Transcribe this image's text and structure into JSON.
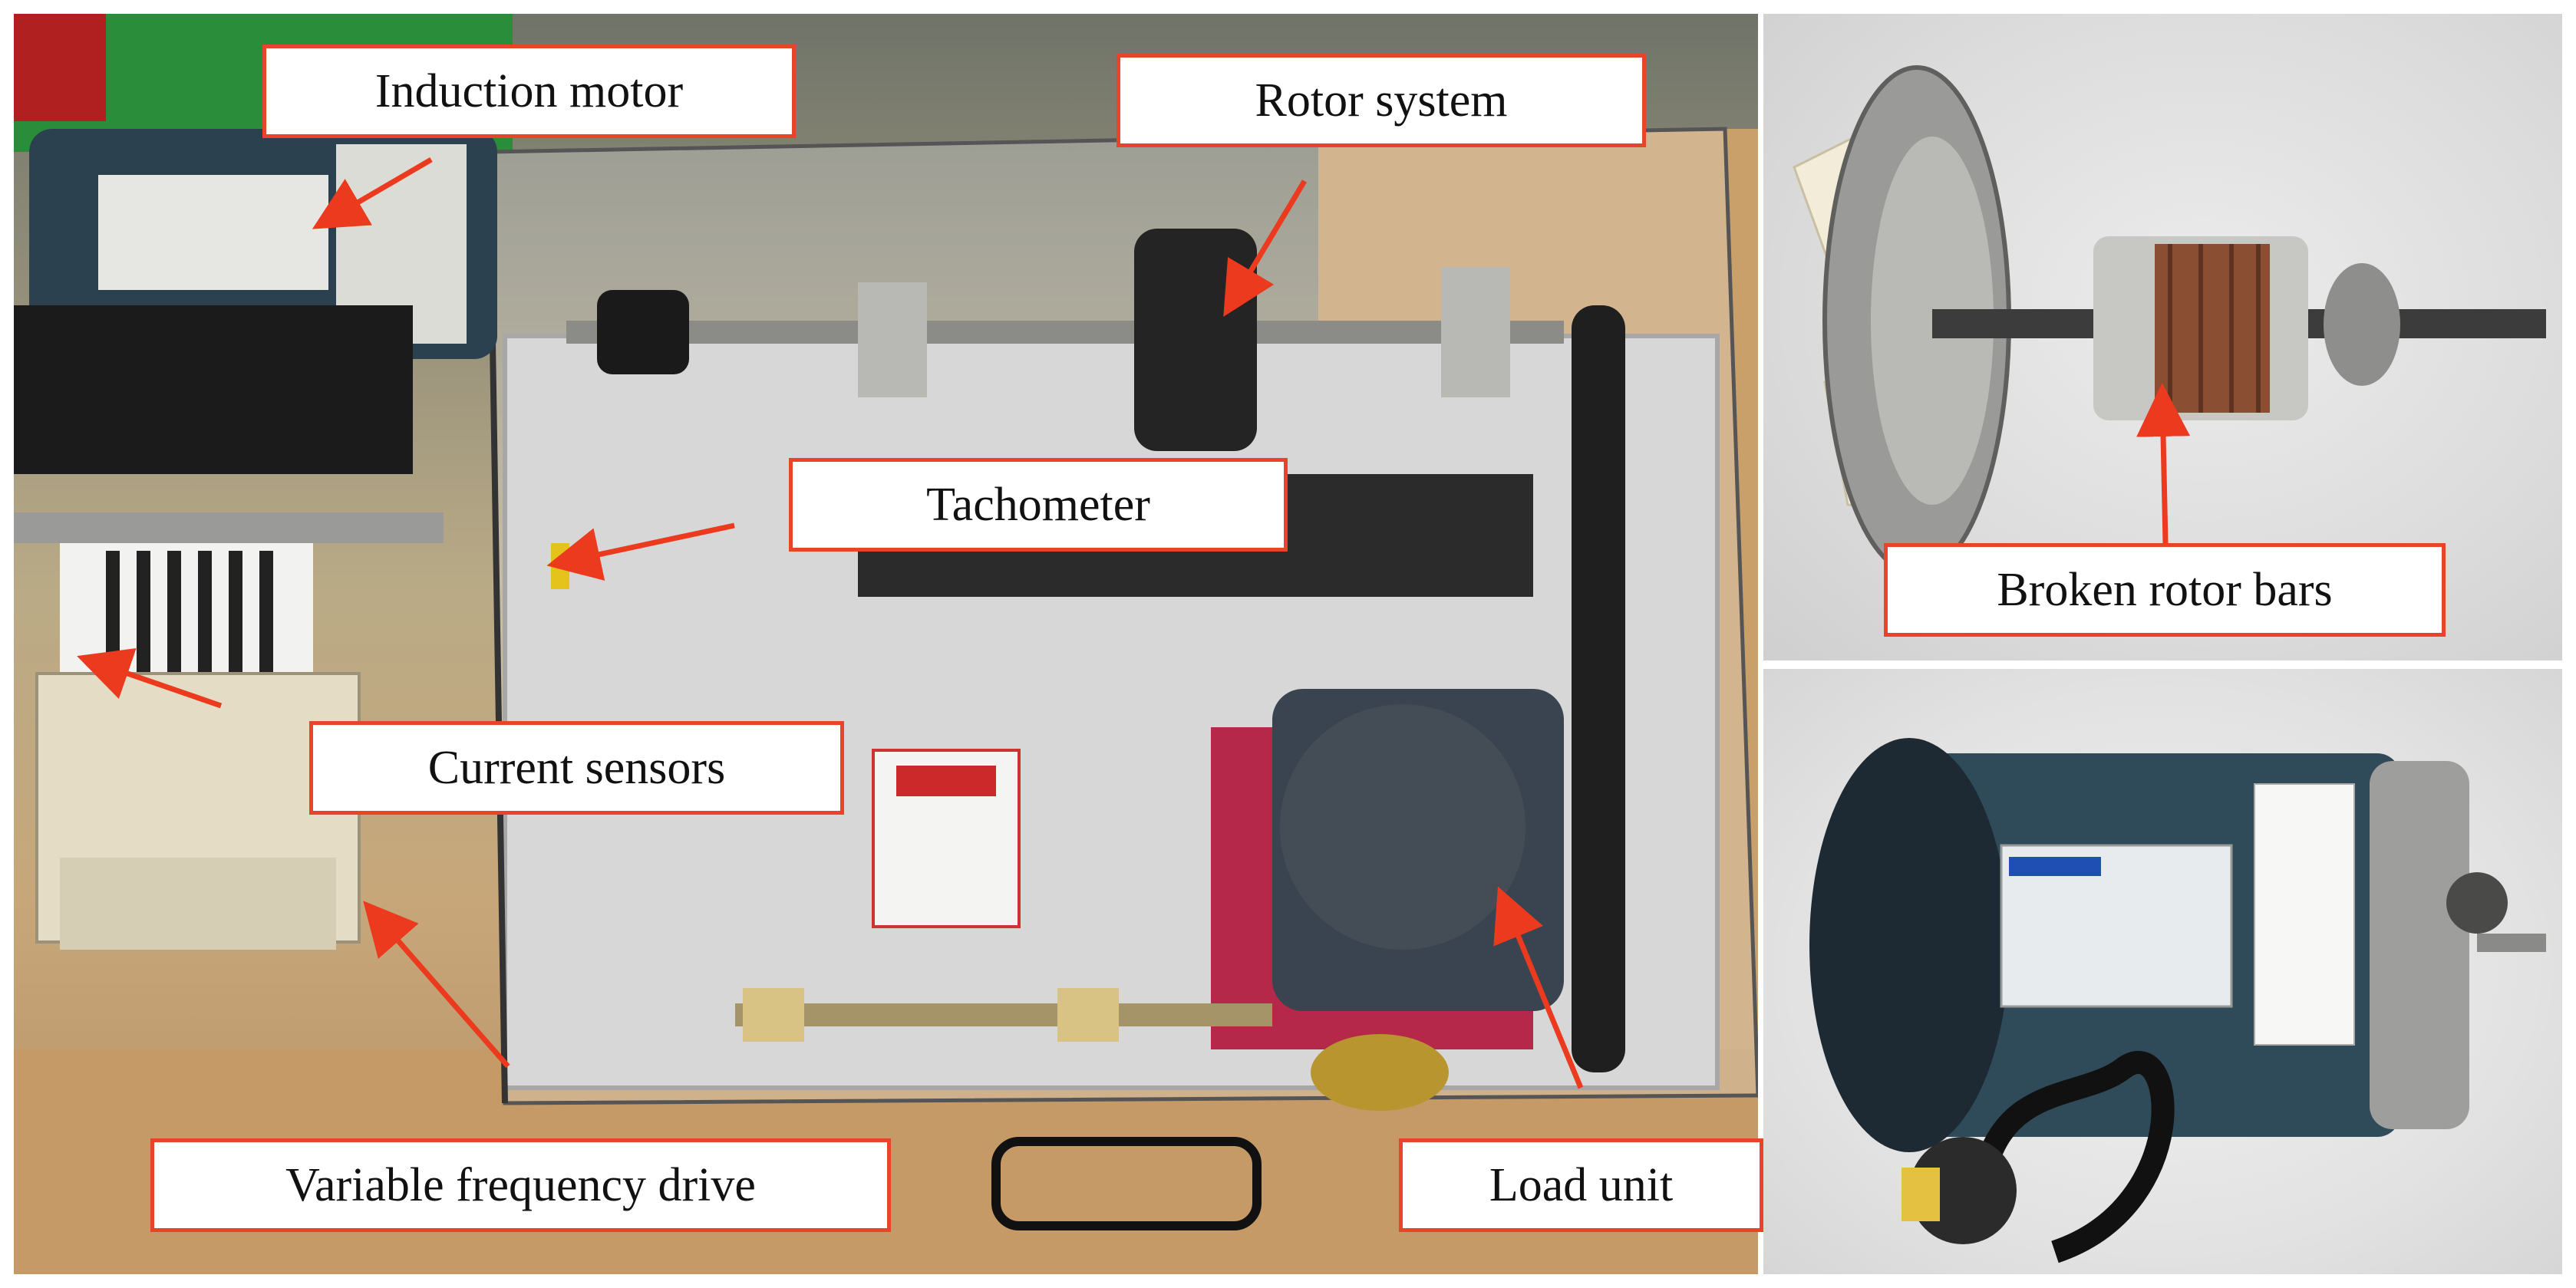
{
  "labels": {
    "induction_motor": "Induction motor",
    "rotor_system": "Rotor system",
    "tachometer": "Tachometer",
    "current_sensors": "Current sensors",
    "variable_frequency_drive": "Variable frequency drive",
    "load_unit": "Load unit",
    "broken_rotor_bars": "Broken rotor bars"
  },
  "colors": {
    "label_border": "#e8442a",
    "arrow": "#ec3a1f"
  }
}
